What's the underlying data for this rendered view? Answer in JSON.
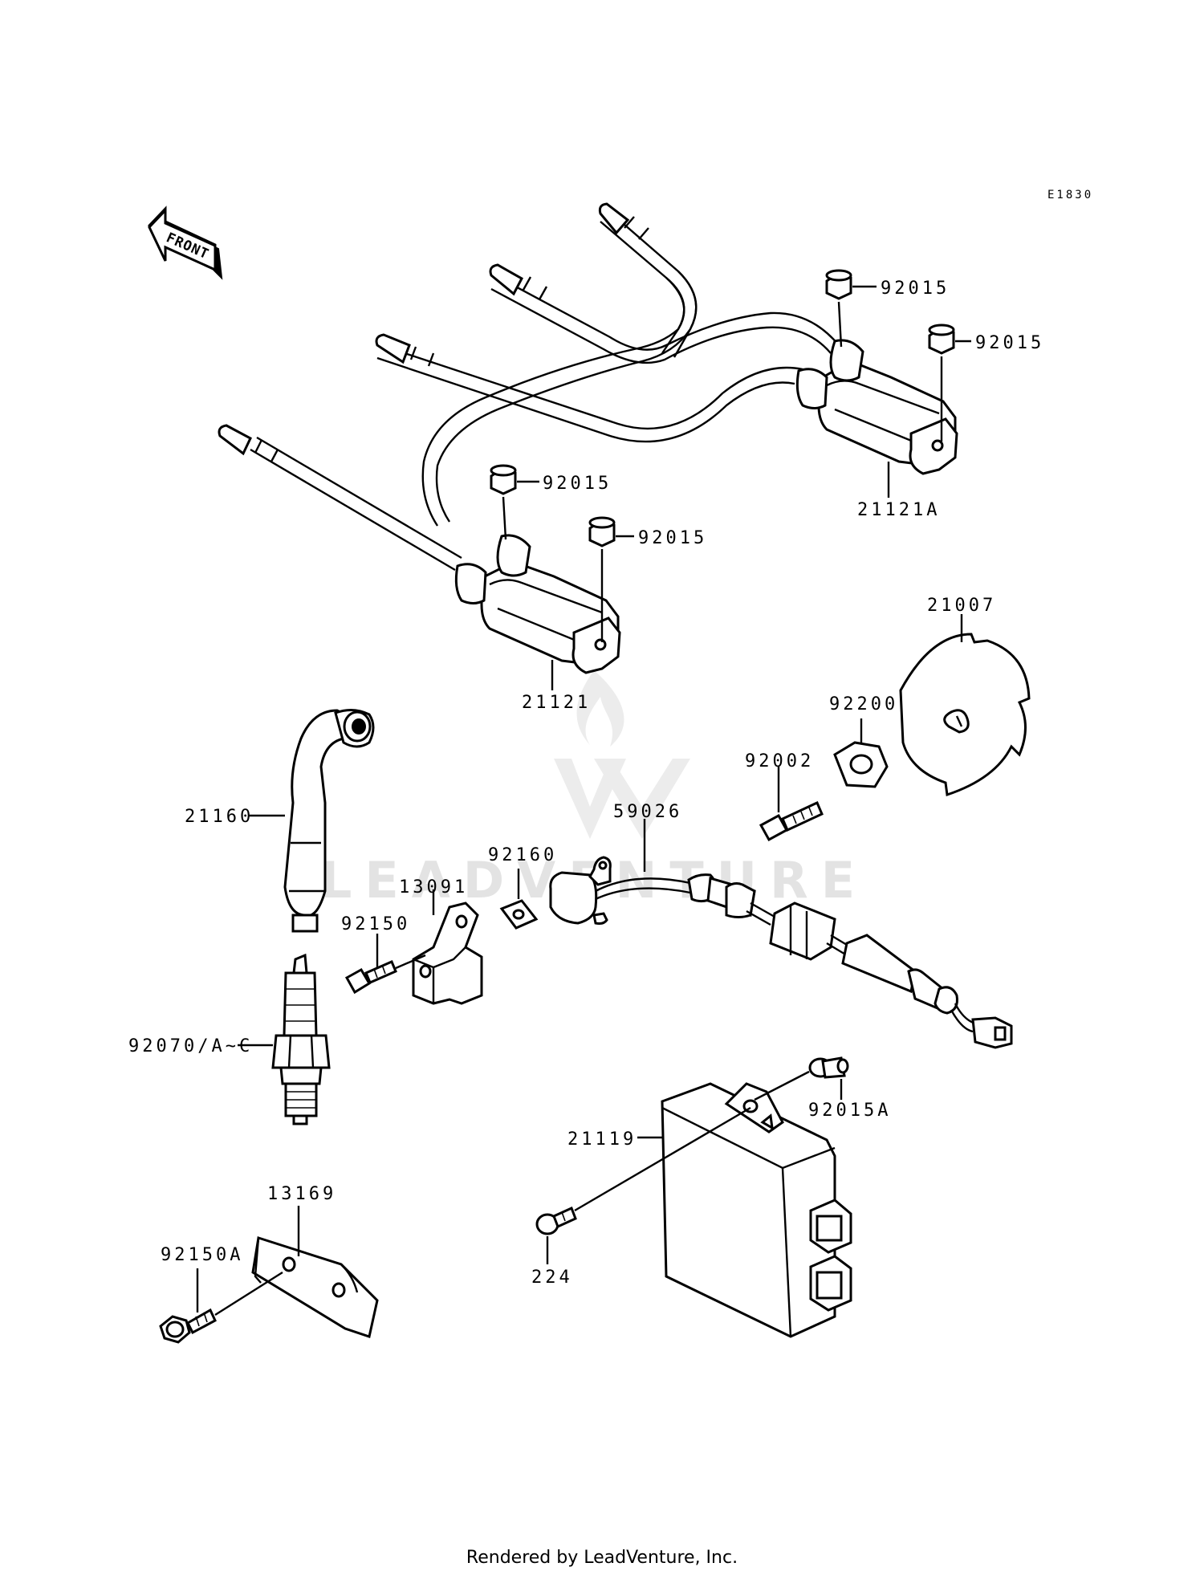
{
  "diagram": {
    "code": "E1830",
    "front_label": "FRONT",
    "watermark_text": "LEADVENTURE",
    "footer": "Rendered by LeadVenture, Inc.",
    "part_labels": {
      "nut_a": "92015",
      "nut_b": "92015",
      "nut_c": "92015",
      "nut_d": "92015",
      "coil_rear": "21121A",
      "coil_front": "21121",
      "rotor": "21007",
      "nut_hex": "92200",
      "bolt_rotor": "92002",
      "cap": "21160",
      "pickup": "59026",
      "washer": "92160",
      "bracket": "13091",
      "bolt_bracket": "92150",
      "plug": "92070/A~C",
      "igniter": "21119",
      "collar": "92015A",
      "plate": "13169",
      "screw": "224",
      "bolt_plate": "92150A"
    }
  }
}
